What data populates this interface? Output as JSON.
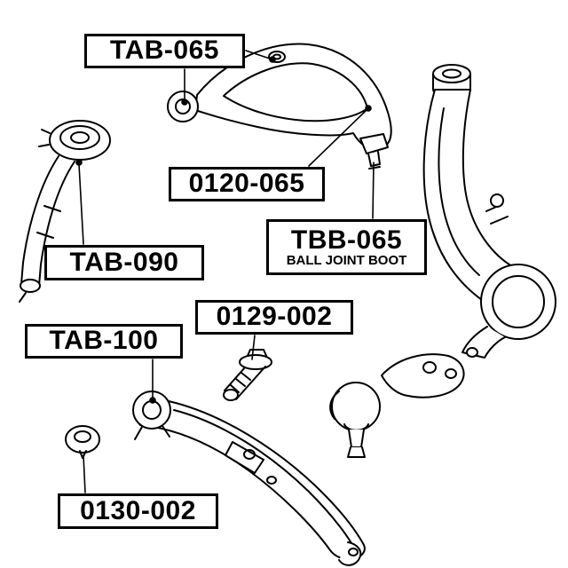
{
  "diagram": {
    "colors": {
      "background": "#ffffff",
      "line": "#000000"
    },
    "callouts": {
      "tab_065": {
        "text": "TAB-065"
      },
      "part_0120_065": {
        "text": "0120-065"
      },
      "tbb_065": {
        "text": "TBB-065",
        "subtext": "BALL JOINT BOOT"
      },
      "tab_090": {
        "text": "TAB-090"
      },
      "part_0129_002": {
        "text": "0129-002"
      },
      "tab_100": {
        "text": "TAB-100"
      },
      "part_0130_002": {
        "text": "0130-002"
      }
    }
  }
}
